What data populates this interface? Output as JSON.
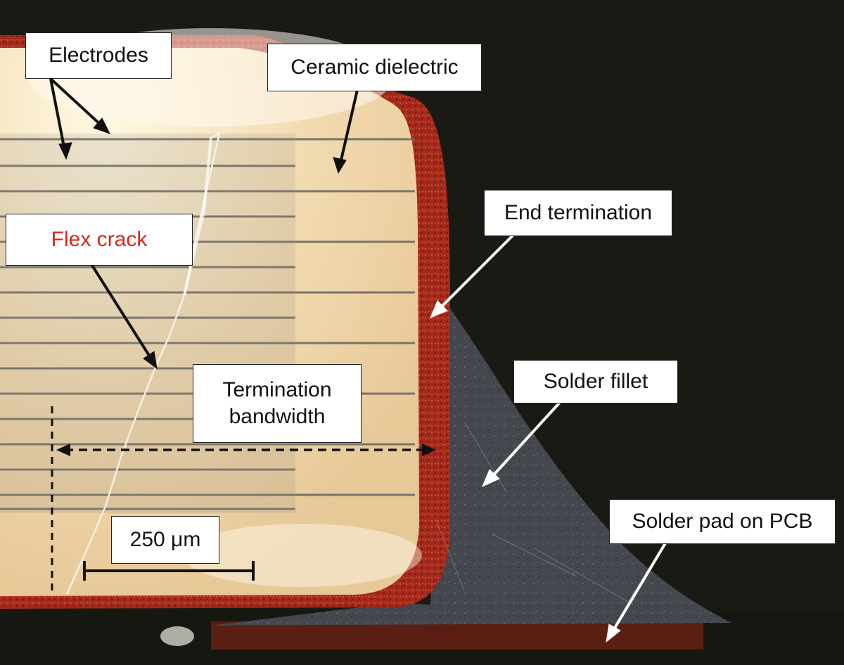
{
  "labels": {
    "electrodes": "Electrodes",
    "ceramic_dielectric": "Ceramic dielectric",
    "flex_crack": "Flex crack",
    "end_termination": "End termination",
    "solder_fillet": "Solder fillet",
    "termination_bandwidth": [
      "Termination",
      "bandwidth"
    ],
    "scale_bar": "250 μm",
    "solder_pad": "Solder pad on PCB"
  },
  "colors": {
    "background": "#141410",
    "ceramic": "#f3ddb4",
    "ceramic_bright": "#fff4da",
    "electrode": "#6e6a62",
    "termination": "#8c1d12",
    "solder": "#3f4248",
    "pad": "#5a1f12",
    "crack_label": "#d62718"
  }
}
